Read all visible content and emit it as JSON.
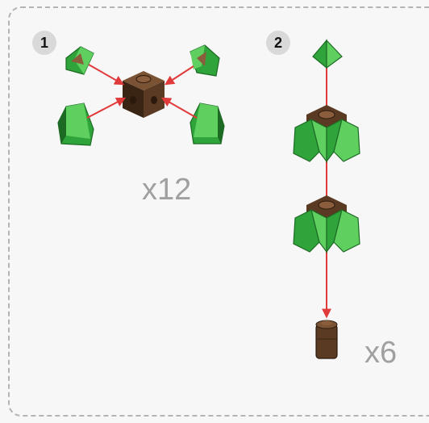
{
  "steps": [
    {
      "number": "1",
      "quantity": "x12"
    },
    {
      "number": "2",
      "quantity": "x6"
    }
  ],
  "colors": {
    "border": "#b4b4b4",
    "badge_bg": "#d9d9d9",
    "arrow": "#e03a3a",
    "green_light": "#5fcf5f",
    "green_mid": "#2fa43a",
    "green_dark": "#1d6a24",
    "brown": "#5a3a22",
    "brown_dark": "#3a2414",
    "qty_text": "#a0a0a0"
  },
  "icons": [
    "slope-brick-icon",
    "cheese-slope-icon",
    "brick-round-icon",
    "headlight-brick-icon",
    "arrow-icon"
  ]
}
